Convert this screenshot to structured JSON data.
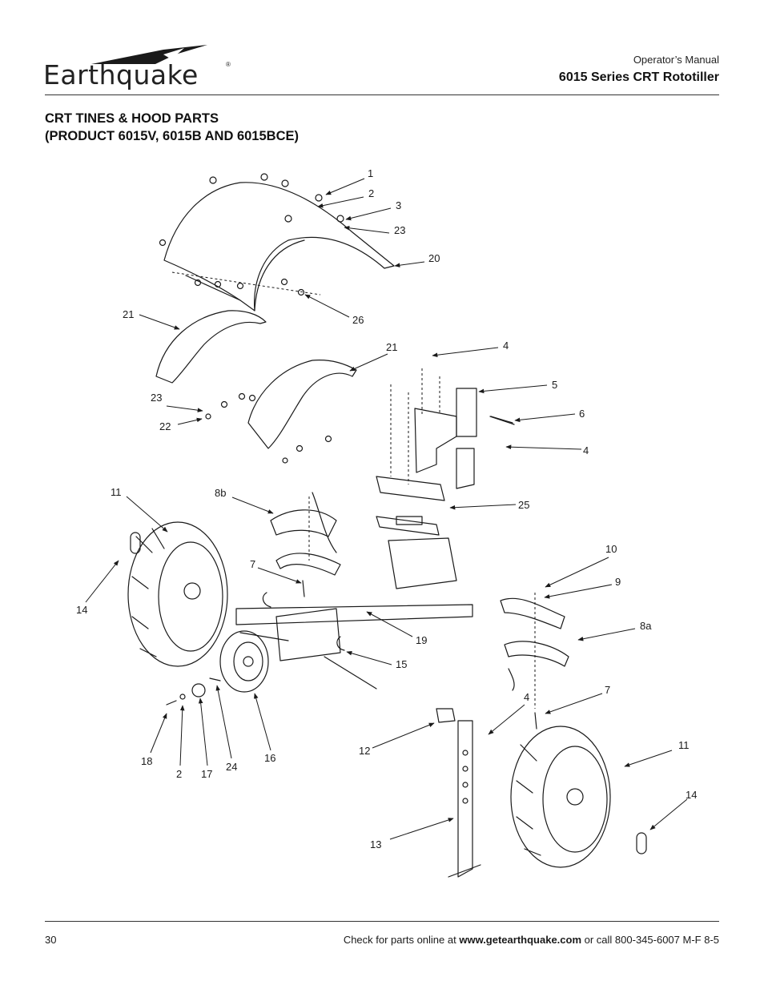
{
  "header": {
    "brand": "Earthquake",
    "manual_label": "Operator’s Manual",
    "series_title": "6015 Series CRT Rototiller"
  },
  "page_title": {
    "line1": "CRT TINES & HOOD PARTS",
    "line2": "(PRODUCT 6015V, 6015B AND 6015BCE)"
  },
  "callouts": [
    "1",
    "2",
    "3",
    "23",
    "20",
    "26",
    "21",
    "21",
    "4",
    "5",
    "6",
    "4",
    "23",
    "22",
    "11",
    "8b",
    "25",
    "14",
    "7",
    "10",
    "9",
    "8a",
    "19",
    "15",
    "4",
    "7",
    "12",
    "18",
    "2",
    "17",
    "24",
    "16",
    "11",
    "14",
    "13"
  ],
  "footer": {
    "page_number": "30",
    "note_prefix": "Check for parts online at",
    "website": "www.getearthquake.com",
    "note_suffix": "or call 800-345-6007 M-F 8-5"
  }
}
